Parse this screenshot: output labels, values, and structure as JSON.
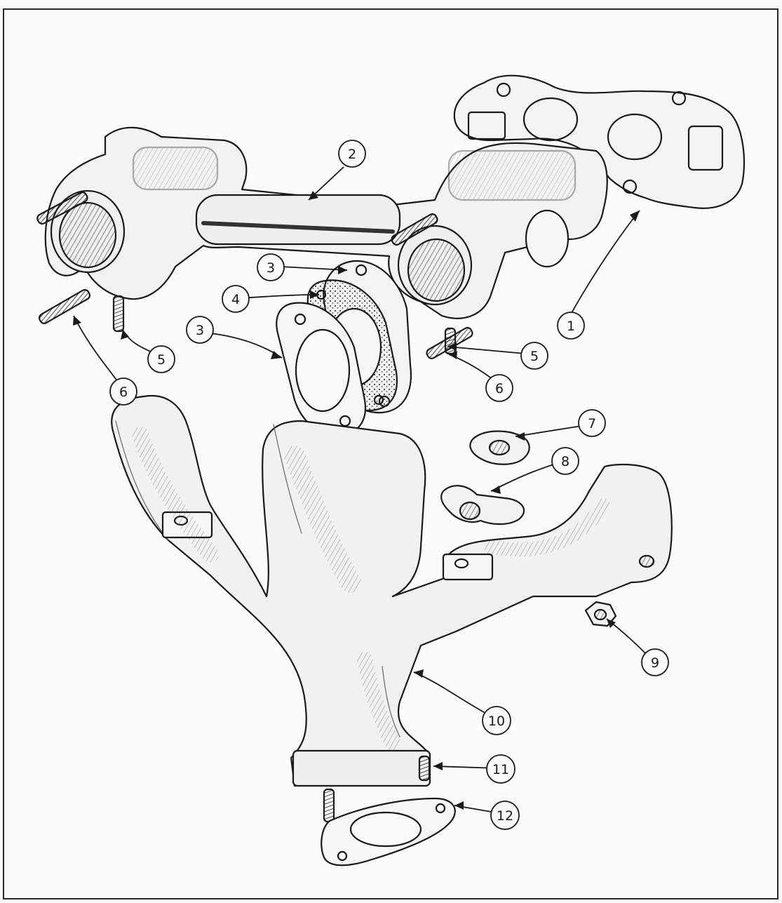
{
  "callouts": [
    {
      "id": "c1",
      "label": "1"
    },
    {
      "id": "c2",
      "label": "2"
    },
    {
      "id": "c3a",
      "label": "3"
    },
    {
      "id": "c3b",
      "label": "3"
    },
    {
      "id": "c4",
      "label": "4"
    },
    {
      "id": "c5a",
      "label": "5"
    },
    {
      "id": "c5b",
      "label": "5"
    },
    {
      "id": "c6a",
      "label": "6"
    },
    {
      "id": "c6b",
      "label": "6"
    },
    {
      "id": "c7",
      "label": "7"
    },
    {
      "id": "c8",
      "label": "8"
    },
    {
      "id": "c9",
      "label": "9"
    },
    {
      "id": "c10",
      "label": "10"
    },
    {
      "id": "c11",
      "label": "11"
    },
    {
      "id": "c12",
      "label": "12"
    }
  ],
  "colors": {
    "ink": "#1a1a1a",
    "paper": "#fbfbfa",
    "shade": "#cfcfcf"
  }
}
